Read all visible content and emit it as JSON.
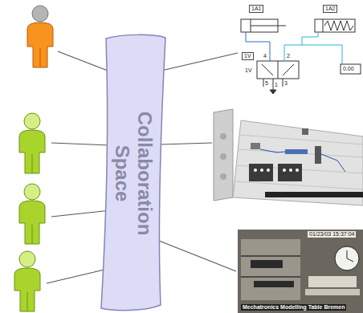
{
  "diagram": {
    "nodes": [
      {
        "text": [
          "Collaboration Space"
        ]
      }
    ],
    "labels": [
      "1A1",
      "1A2",
      "1V",
      "1V",
      "4",
      "2",
      "5",
      "1",
      "3",
      "0.00",
      "01/23/03 15:37:04",
      "Mechatronics Modelling Table Bremen"
    ]
  }
}
